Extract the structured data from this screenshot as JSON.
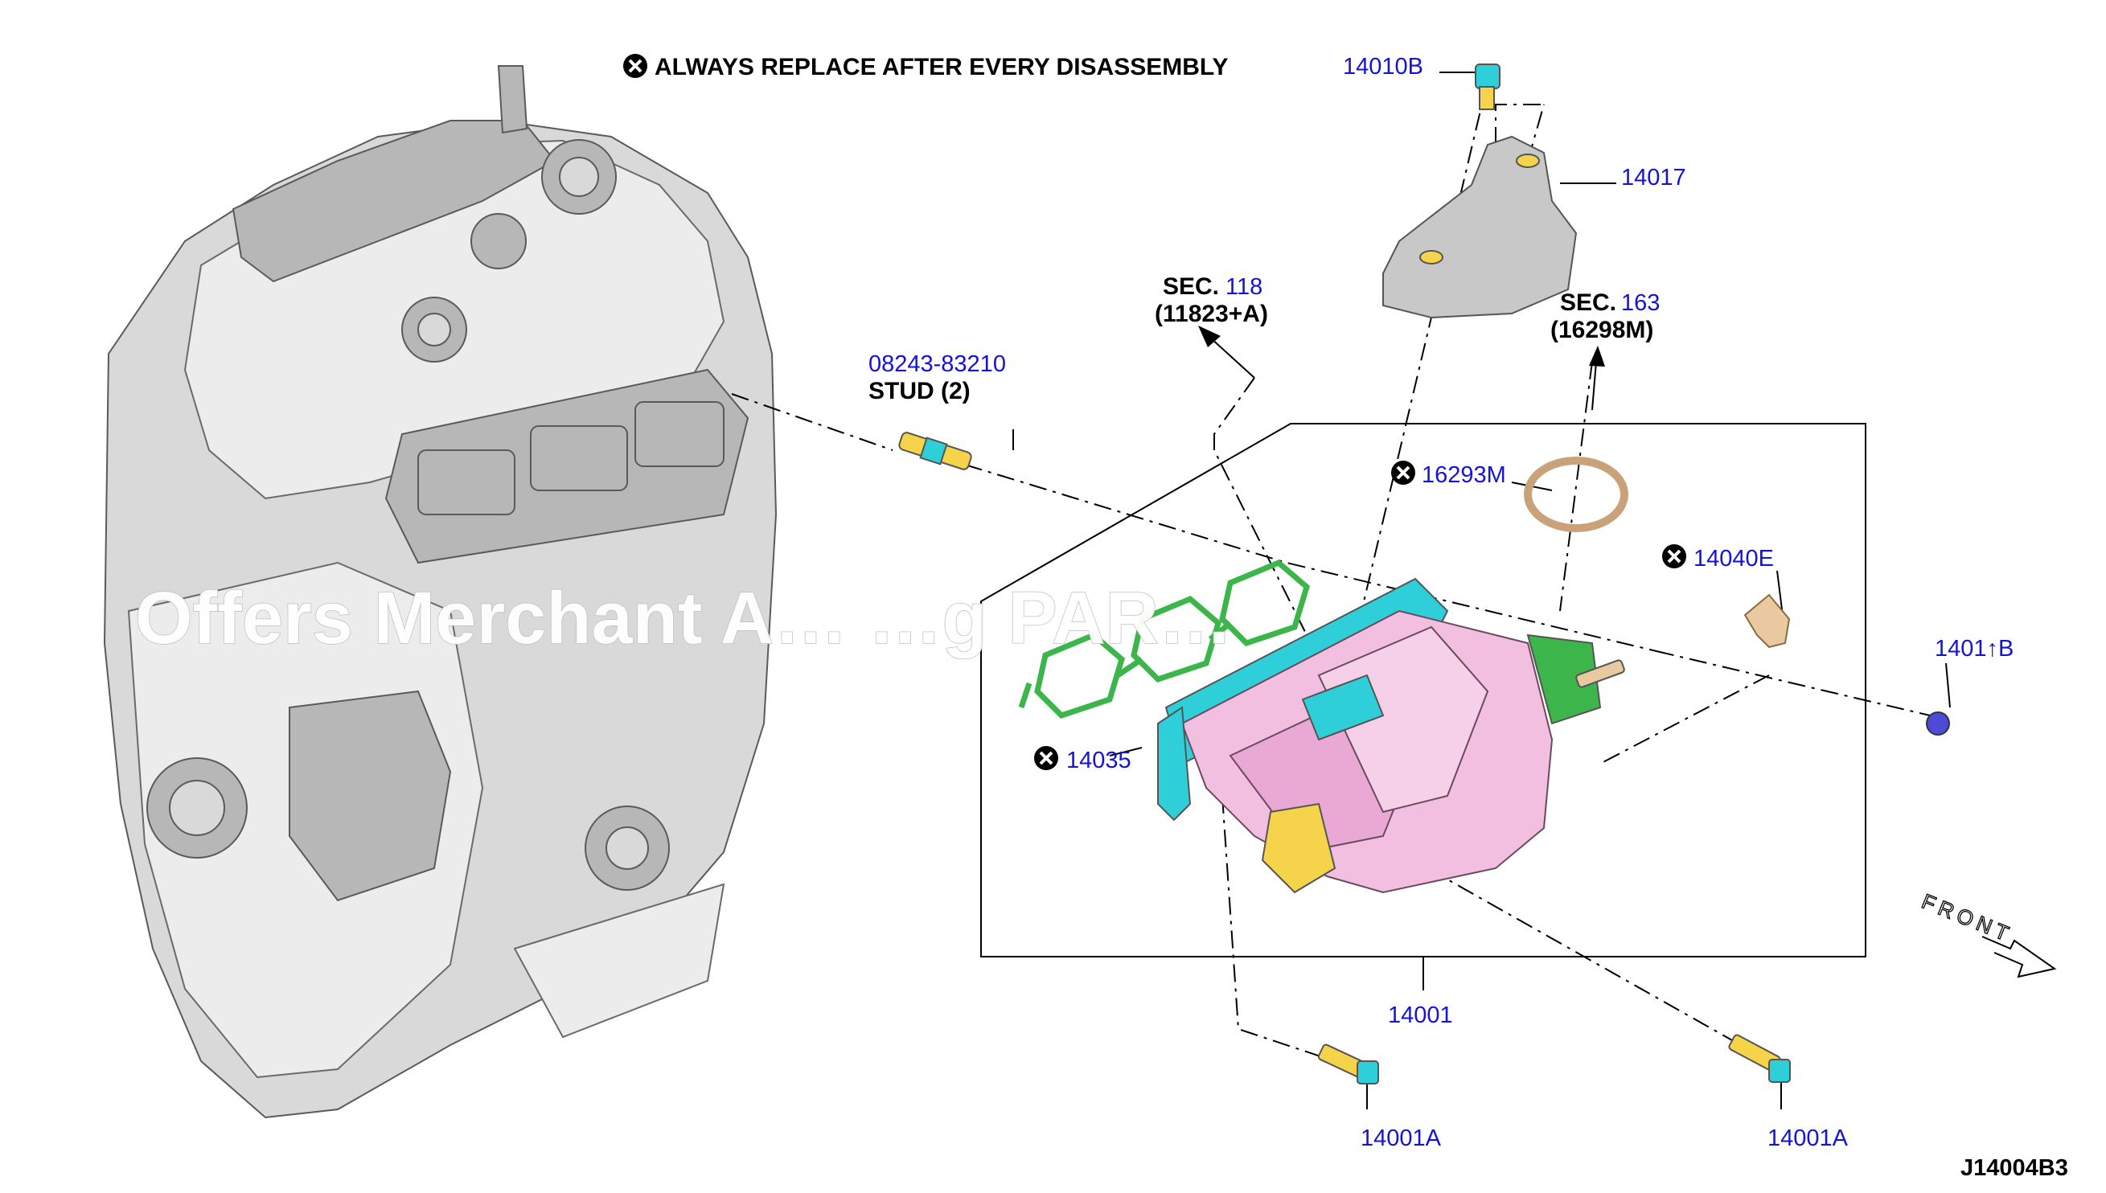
{
  "diagram": {
    "note": "ALWAYS REPLACE AFTER EVERY DISASSEMBLY",
    "drawing_id": "J14004B3",
    "watermark": "Offers Merchant A… …g PAR…",
    "front_label": "FRONT",
    "callouts": {
      "p14010B": "14010B",
      "p14017": "14017",
      "sec118_prefix": "SEC.",
      "sec118_num": "118",
      "sec118_ref": "(11823+A)",
      "sec163_prefix": "SEC.",
      "sec163_num": "163",
      "sec163_ref": "(16298M)",
      "stud_number": "08243-83210",
      "stud_label": "STUD (2)",
      "p16293M": "16293M",
      "p14040E": "14040E",
      "p1401B": "1401↑B",
      "p14035": "14035",
      "p14001": "14001",
      "p14001A_left": "14001A",
      "p14001A_right": "14001A"
    },
    "colors": {
      "label_blue": "#1414d2",
      "manifold_pink": "#f2bfe0",
      "gasket_green": "#3cb54a",
      "flange_cyan": "#2ecfd8",
      "bracket_gray": "#c8c8c8"
    }
  }
}
